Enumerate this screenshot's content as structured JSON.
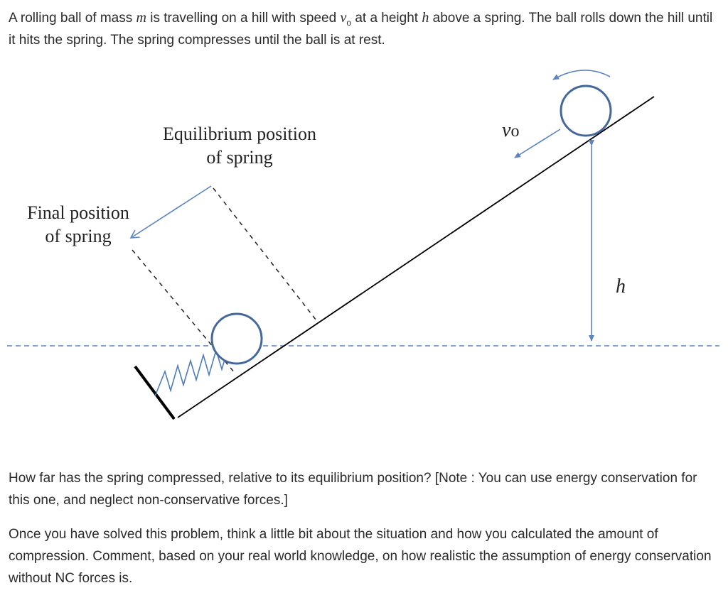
{
  "problem": {
    "intro": {
      "t1": "A rolling ball of mass ",
      "m": "m",
      "t2": " is travelling on a hill with speed ",
      "v": "v",
      "v_sub": "o",
      "t3": " at a height ",
      "h": "h",
      "t4": " above a spring.  The ball rolls down the hill until it hits the spring.  The spring compresses until the ball is at rest."
    },
    "question_1": "How far has the spring compressed, relative to its equilibrium position? [Note : You can use energy conservation for this one, and neglect non-conservative forces.]",
    "question_2": "Once you have solved this problem, think a little bit about the situation and how you calculated the amount of compression. Comment, based on your real world knowledge, on how realistic the assumption of energy conservation without NC forces is."
  },
  "figure": {
    "equilibrium_label_line1": "Equilibrium position",
    "equilibrium_label_line2": "of spring",
    "final_label_line1": "Final position",
    "final_label_line2": "of spring",
    "velocity_label": "v",
    "velocity_subscript": "o",
    "height_label": "h",
    "colors": {
      "ball_stroke": "#44689b",
      "arrow": "#5b84c2",
      "dashed_horizontal": "#5b84c2",
      "incline": "#000000"
    },
    "icons": [
      "ball",
      "spring",
      "curved-rotation-arrow",
      "velocity-arrow",
      "height-arrow"
    ]
  }
}
